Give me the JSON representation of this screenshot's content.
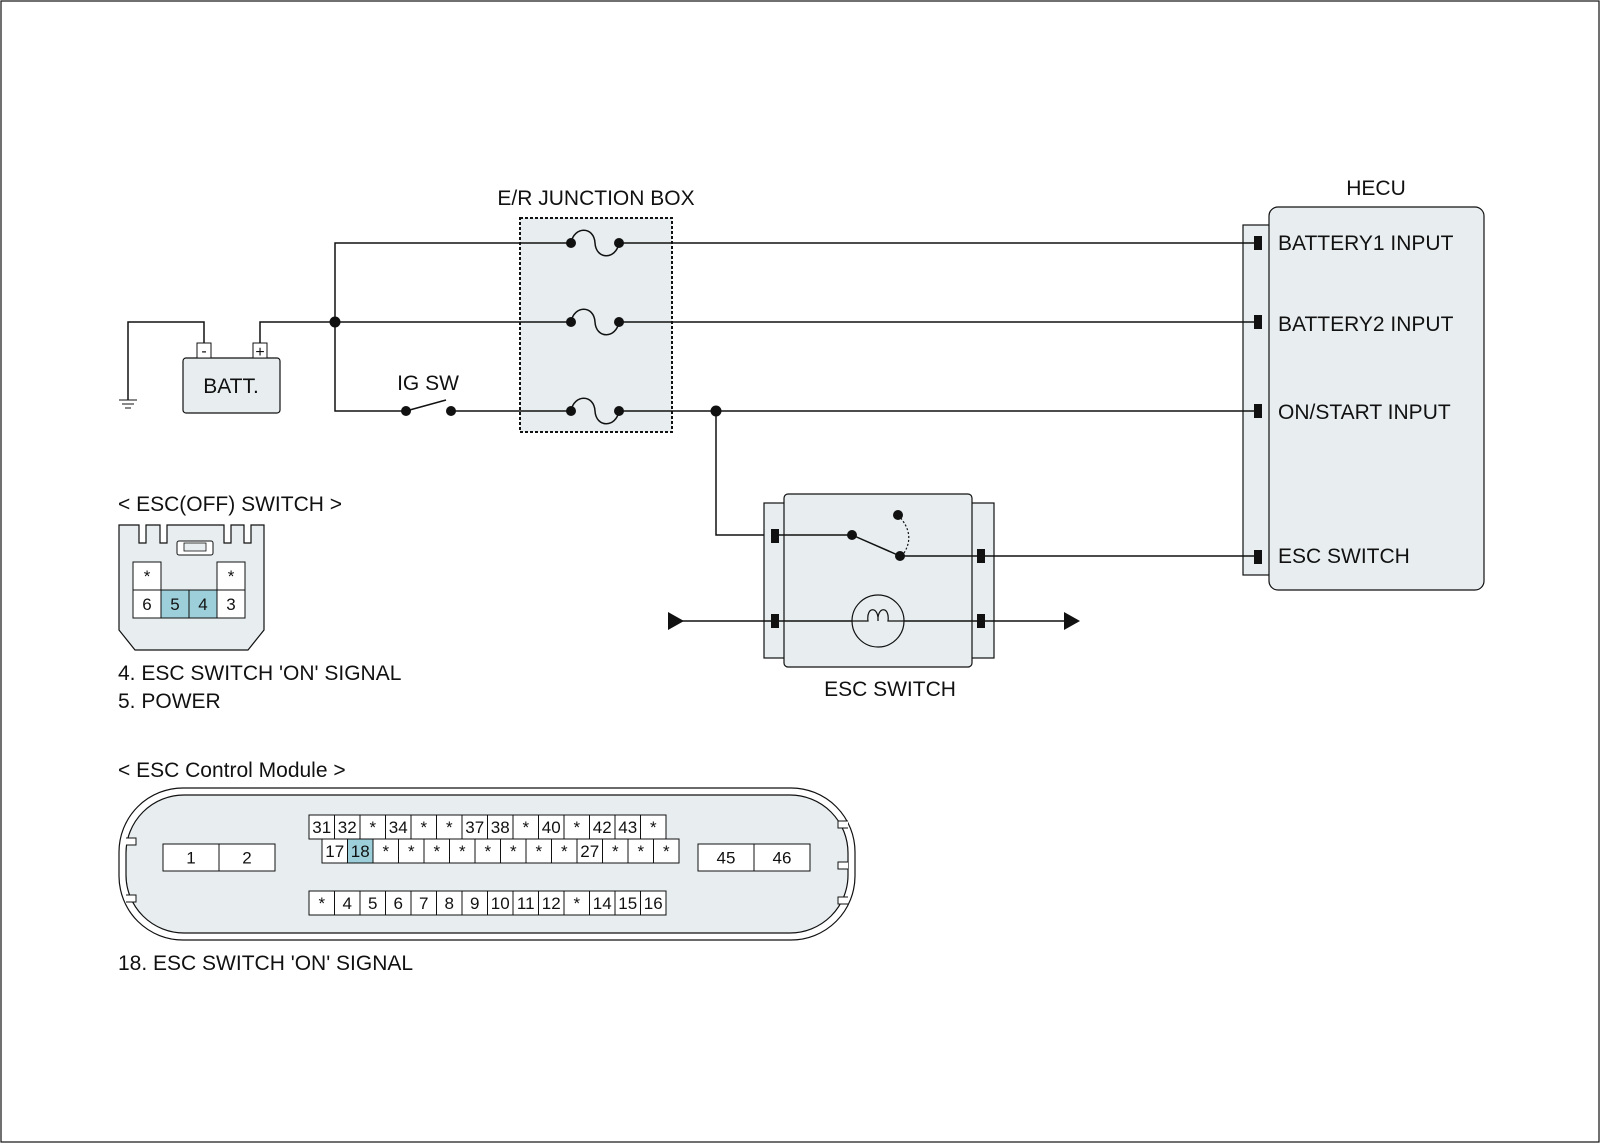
{
  "labels": {
    "junction_box": "E/R JUNCTION BOX",
    "hecu": "HECU",
    "battery": "BATT.",
    "battery_minus": "-",
    "battery_plus": "+",
    "ig_sw": "IG SW",
    "esc_switch": "ESC SWITCH"
  },
  "hecu_pins": [
    "BATTERY1 INPUT",
    "BATTERY2 INPUT",
    "ON/START INPUT",
    "ESC SWITCH"
  ],
  "esc_off_switch": {
    "title": "< ESC(OFF) SWITCH >",
    "top_row": [
      "*",
      "",
      "",
      "*"
    ],
    "bottom_row": [
      "6",
      "5",
      "4",
      "3"
    ],
    "highlighted": [
      "5",
      "4"
    ],
    "notes": [
      "4. ESC SWITCH 'ON' SIGNAL",
      "5. POWER"
    ]
  },
  "esc_module": {
    "title": "< ESC Control Module >",
    "left_pins": [
      "1",
      "2"
    ],
    "right_pins": [
      "45",
      "46"
    ],
    "row1": [
      "31",
      "32",
      "*",
      "34",
      "*",
      "*",
      "37",
      "38",
      "*",
      "40",
      "*",
      "42",
      "43",
      "*"
    ],
    "row2": [
      "17",
      "18",
      "*",
      "*",
      "*",
      "*",
      "*",
      "*",
      "*",
      "*",
      "27",
      "*",
      "*",
      "*"
    ],
    "row3": [
      "*",
      "4",
      "5",
      "6",
      "7",
      "8",
      "9",
      "10",
      "11",
      "12",
      "*",
      "14",
      "15",
      "16"
    ],
    "highlighted": [
      "18"
    ],
    "note": "18. ESC SWITCH 'ON' SIGNAL"
  }
}
